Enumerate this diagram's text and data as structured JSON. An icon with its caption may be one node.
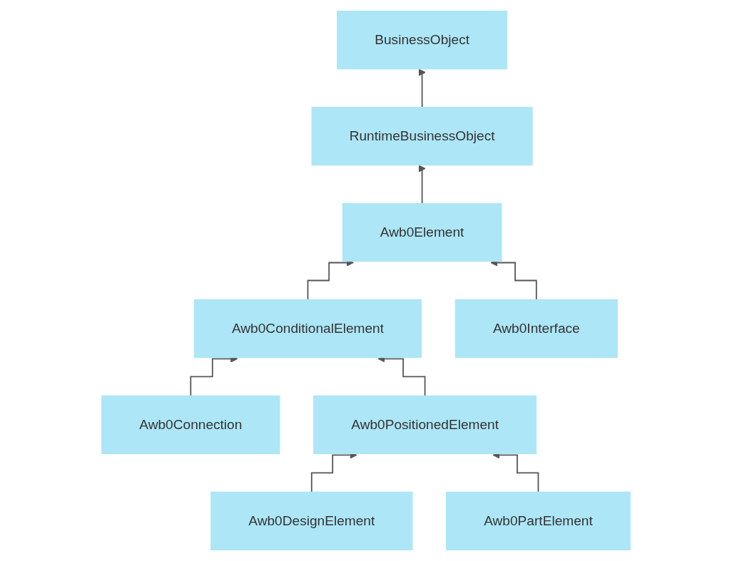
{
  "diagram": {
    "nodes": [
      {
        "text": [
          "BusinessObject"
        ]
      },
      {
        "text": [
          "RuntimeBusinessObject"
        ]
      },
      {
        "text": [
          "Awb0Element"
        ]
      },
      {
        "text": [
          "Awb0ConditionalElement"
        ]
      },
      {
        "text": [
          "Awb0Interface"
        ]
      },
      {
        "text": [
          "Awb0Connection"
        ]
      },
      {
        "text": [
          "Awb0PositionedElement"
        ]
      },
      {
        "text": [
          "Awb0DesignElement"
        ]
      },
      {
        "text": [
          "Awb0PartElement"
        ]
      }
    ],
    "edges": [
      {
        "from": 1,
        "to": 0,
        "arrow": "to"
      },
      {
        "from": 2,
        "to": 1,
        "arrow": "to"
      },
      {
        "from": 3,
        "to": 2,
        "arrow": "to"
      },
      {
        "from": 4,
        "to": 2,
        "arrow": "to"
      },
      {
        "from": 5,
        "to": 3,
        "arrow": "to"
      },
      {
        "from": 6,
        "to": 3,
        "arrow": "to"
      },
      {
        "from": 7,
        "to": 6,
        "arrow": "to"
      },
      {
        "from": 8,
        "to": 6,
        "arrow": "to"
      }
    ]
  }
}
